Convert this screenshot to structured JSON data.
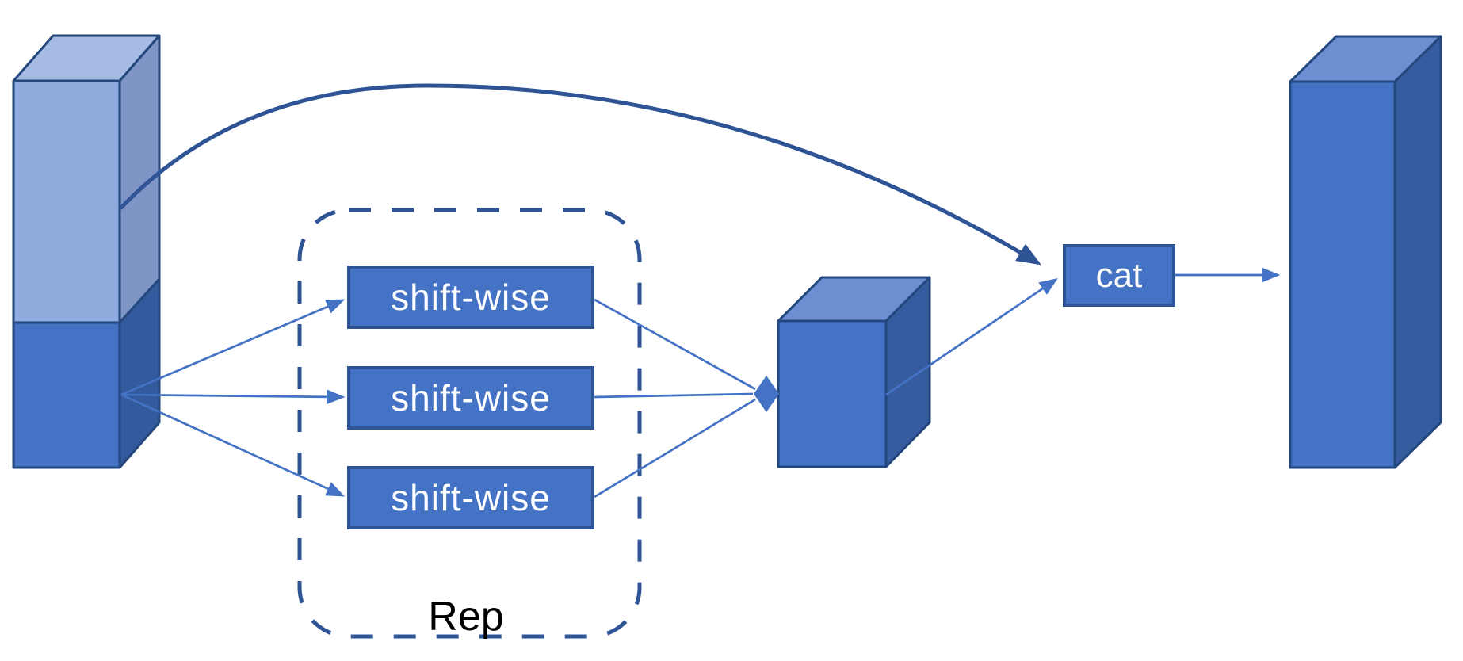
{
  "figure": {
    "rep_group_label": "Rep",
    "branch_labels": [
      "shift-wise",
      "shift-wise",
      "shift-wise"
    ],
    "concat_label": "cat",
    "icons": {
      "input_tensor": "3d-box-icon",
      "intermediate_tensor": "3d-cube-icon",
      "output_tensor": "3d-box-icon",
      "merge_terminator": "diamond-arrowhead-icon",
      "connector": "arrow-icon",
      "skip_connection": "curved-arrow-icon"
    },
    "colors": {
      "accent": "#4472C4",
      "accent_dark": "#2F5496",
      "outline": "#24477E",
      "light_front": "#8FAADC",
      "light_top": "#A6BBE3",
      "light_side": "#7E95C6",
      "dark_side": "#335A9D",
      "cube_top": "#6D8FD1",
      "cube_side": "#365B9E",
      "label_text": "#FFFFFF",
      "rep_text": "#000000",
      "background": "#FFFFFF"
    }
  }
}
